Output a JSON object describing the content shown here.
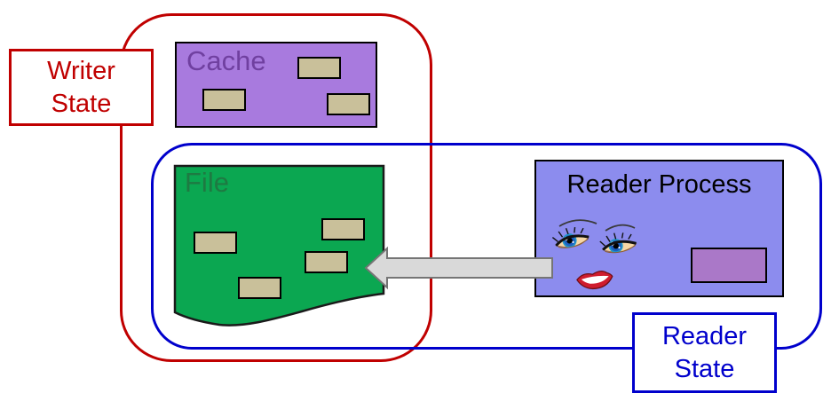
{
  "diagram": {
    "writer_state": {
      "line1": "Writer",
      "line2": "State"
    },
    "reader_state": {
      "line1": "Reader",
      "line2": "State"
    },
    "cache": {
      "label": "Cache",
      "block_count": 3
    },
    "file": {
      "label": "File",
      "block_count": 4
    },
    "reader_process": {
      "label": "Reader Process"
    },
    "icons": {
      "reader_face": "reader-face-icon (smiling face with eyes and lips)",
      "read_arrow": "left-arrow-icon (data read from file to reader)"
    },
    "colors": {
      "writer_boundary": "#c00000",
      "reader_boundary": "#0000cc",
      "cache_fill": "#a87ade",
      "cache_label": "#7040a0",
      "file_fill": "#0ba751",
      "file_label": "#1e7a42",
      "reader_process_fill": "#8c8cee",
      "inner_rect_fill": "#aa78c8",
      "block_fill": "#c9c09a",
      "arrow_fill": "#d9d9d9"
    }
  }
}
